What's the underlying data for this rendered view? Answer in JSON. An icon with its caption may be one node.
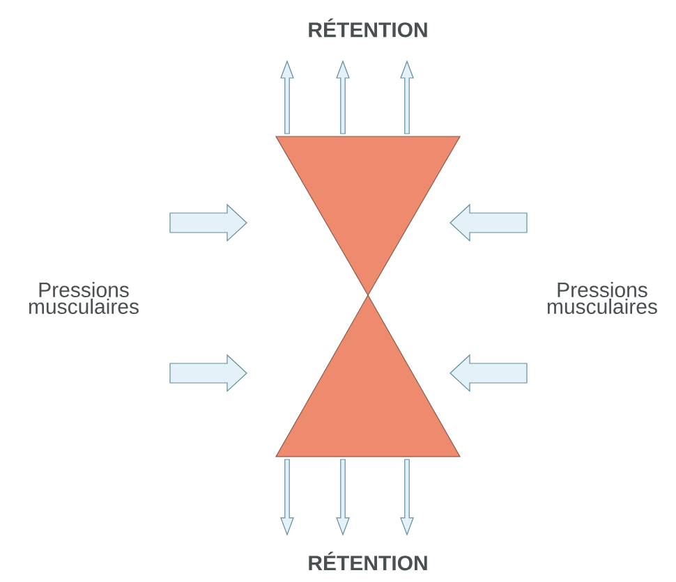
{
  "diagram": {
    "nodes": [
      {
        "text": [],
        "shape": "triangle"
      },
      {
        "text": [],
        "shape": "triangle"
      }
    ],
    "labels": [
      "RÉTENTION",
      "Pressions musculaires",
      "Pressions musculaires",
      "RÉTENTION"
    ]
  }
}
